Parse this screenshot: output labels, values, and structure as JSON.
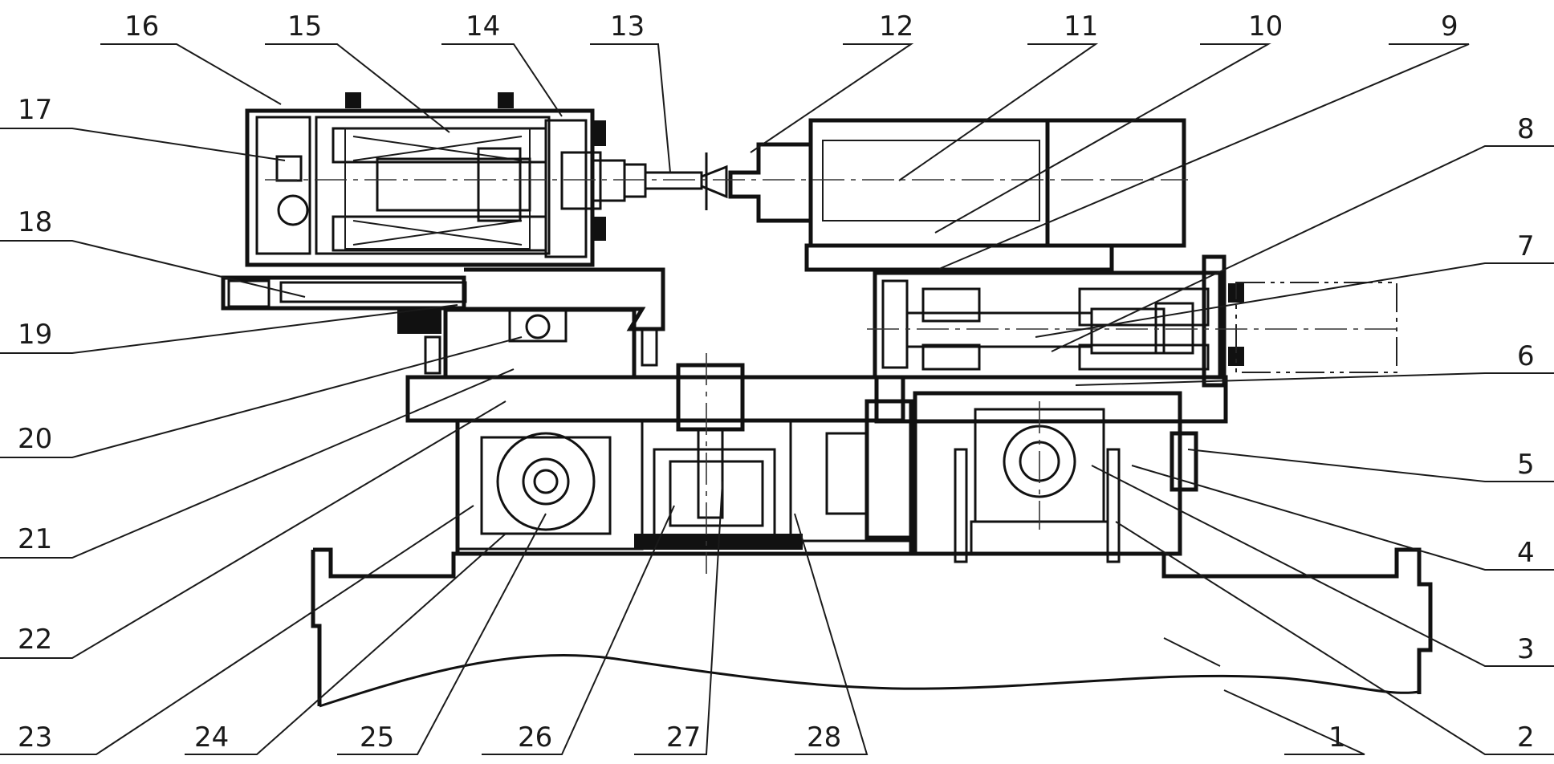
{
  "labels": {
    "p1": "1",
    "p2": "2",
    "p3": "3",
    "p4": "4",
    "p5": "5",
    "p6": "6",
    "p7": "7",
    "p8": "8",
    "p9": "9",
    "p10": "10",
    "p11": "11",
    "p12": "12",
    "p13": "13",
    "p14": "14",
    "p15": "15",
    "p16": "16",
    "p17": "17",
    "p18": "18",
    "p19": "19",
    "p20": "20",
    "p21": "21",
    "p22": "22",
    "p23": "23",
    "p24": "24",
    "p25": "25",
    "p26": "26",
    "p27": "27",
    "p28": "28"
  }
}
